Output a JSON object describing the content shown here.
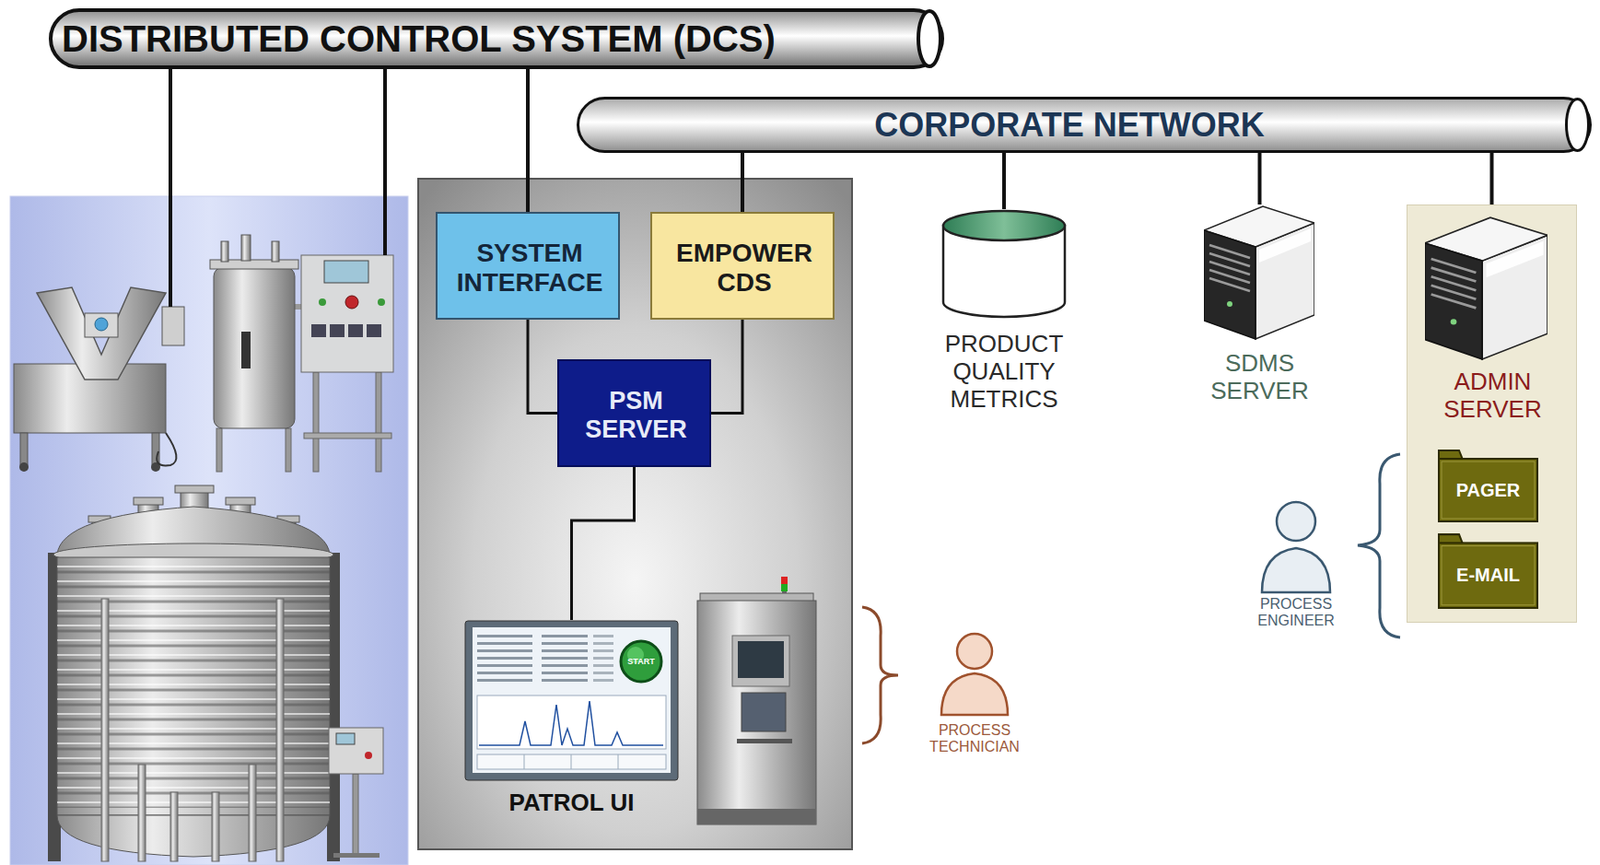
{
  "diagram": {
    "nodes": [
      {
        "text": [
          "DISTRIBUTED CONTROL SYSTEM (DCS)"
        ]
      },
      {
        "text": [
          "CORPORATE NETWORK"
        ]
      },
      {
        "text": [
          "SYSTEM INTERFACE"
        ]
      },
      {
        "text": [
          "EMPOWER CDS"
        ]
      },
      {
        "text": [
          "PSM SERVER"
        ]
      },
      {
        "text": [
          "PATROL UI"
        ]
      },
      {
        "text": [
          "PRODUCT QUALITY METRICS"
        ]
      },
      {
        "text": [
          "SDMS SERVER"
        ]
      },
      {
        "text": [
          "ADMIN SERVER"
        ]
      },
      {
        "text": [
          "PAGER"
        ],
        "in": 8
      },
      {
        "text": [
          "E-MAIL"
        ],
        "in": 8
      }
    ],
    "edges": [
      {
        "from": 0,
        "to": 2,
        "arrow": "none"
      },
      {
        "from": 1,
        "to": 3,
        "arrow": "none"
      },
      {
        "from": 2,
        "to": 4,
        "arrow": "none"
      },
      {
        "from": 3,
        "to": 4,
        "arrow": "none"
      },
      {
        "from": 4,
        "to": 5,
        "arrow": "none"
      },
      {
        "from": 1,
        "to": 6,
        "arrow": "none"
      },
      {
        "from": 1,
        "to": 7,
        "arrow": "none"
      },
      {
        "from": 1,
        "to": 8,
        "arrow": "none"
      }
    ],
    "labels": [
      "START",
      "PROCESS TECHNICIAN",
      "PROCESS ENGINEER"
    ]
  }
}
